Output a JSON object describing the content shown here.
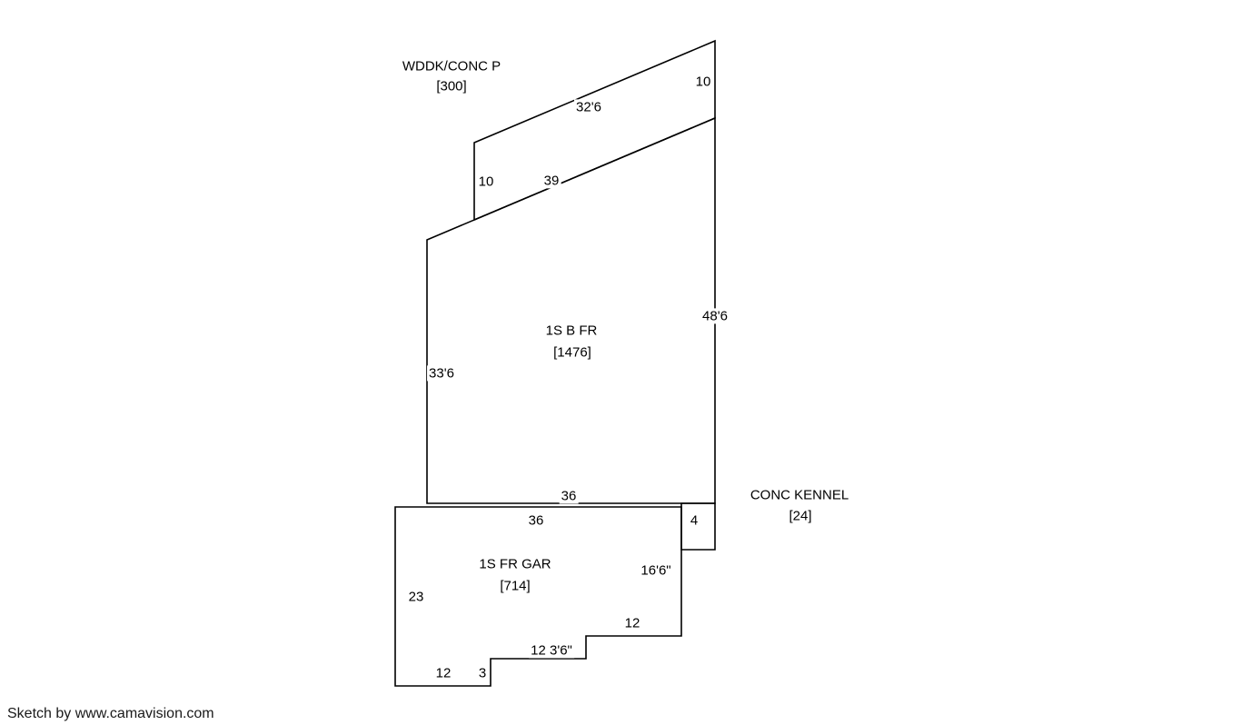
{
  "page": {
    "footer_credit": "Sketch by www.camavision.com",
    "line_color": "#000000",
    "background_color": "#ffffff"
  },
  "sketch": {
    "wddk": {
      "name": "WDDK/CONC P",
      "area": "[300]",
      "dim_top": "32'6",
      "dim_right": "10",
      "dim_left": "10"
    },
    "main": {
      "name": "1S B FR",
      "area": "[1476]",
      "dim_top": "39",
      "dim_right": "48'6",
      "dim_left": "33'6",
      "dim_bottom": "36"
    },
    "garage": {
      "name": "1S FR GAR",
      "area": "[714]",
      "dim_top": "36",
      "dim_left": "23",
      "dim_right": "16'6\"",
      "dim_step_mid": "12",
      "dim_step_low": "12 3'6\"",
      "dim_bottom": "12",
      "dim_step_small": "3"
    },
    "kennel": {
      "name": "CONC KENNEL",
      "area": "[24]",
      "dim_width": "4"
    }
  }
}
